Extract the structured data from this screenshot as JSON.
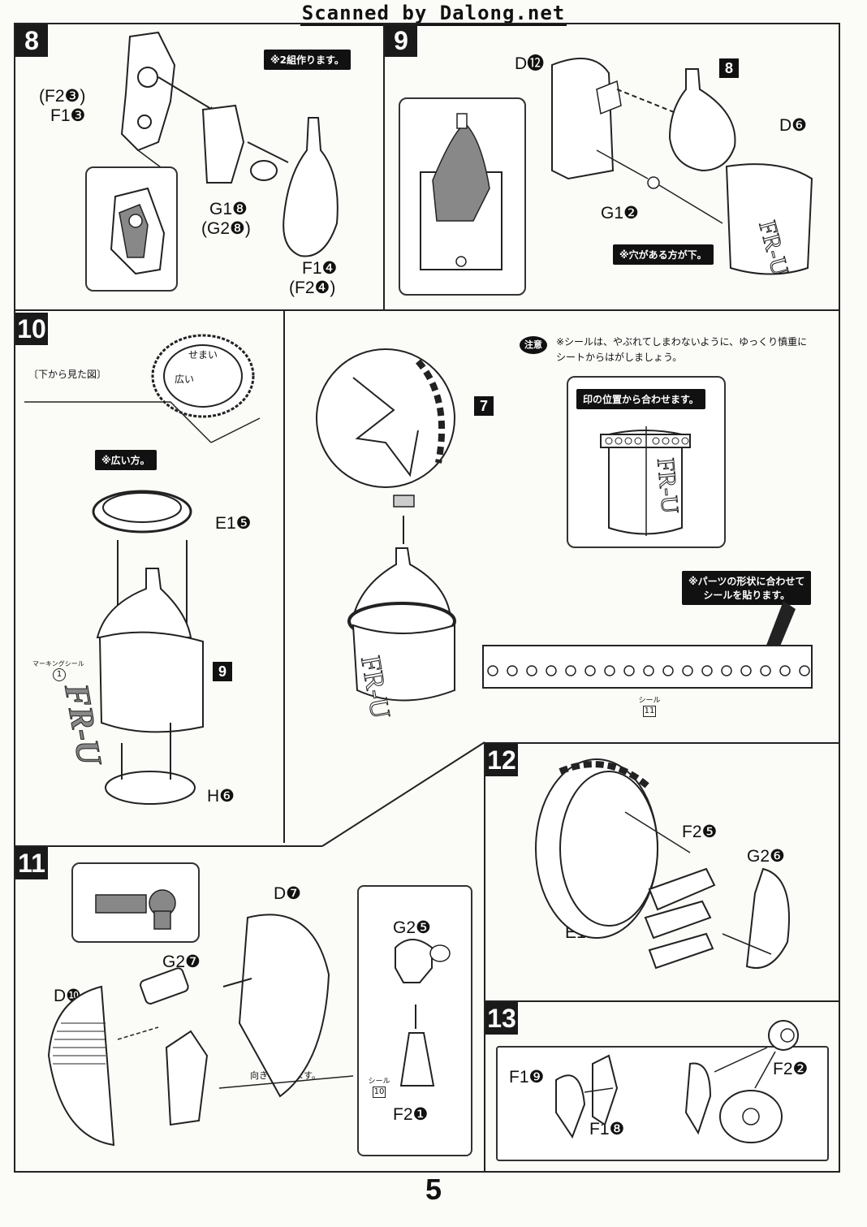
{
  "header": {
    "scan_credit": "Scanned by Dalong.net"
  },
  "steps": {
    "s8": {
      "number": "8",
      "note": "※2組作ります。",
      "part_f": "(F2❸)",
      "part_f2": "F1❸",
      "part_g": "G1❽",
      "part_g2": "(G2❽)",
      "part_bottom": "F1❹",
      "part_bottom2": "(F2❹)"
    },
    "s9": {
      "number": "9",
      "part_d12": "D⓬",
      "part_d6": "D❻",
      "part_g": "G1❷",
      "note": "※穴がある方が下。",
      "ref_step": "8"
    },
    "s10": {
      "number": "10",
      "view_label": "〔下から見た図〕",
      "narrow": "せまい",
      "wide": "広い",
      "note": "※広い方。",
      "part_e": "E1❺",
      "part_h": "H❻",
      "ref_step": "9",
      "marking_label": "マーキングシール",
      "marking_num": "1",
      "ref_step7": "7",
      "caution_badge": "注意",
      "caution_line1": "※シールは、やぶれてしまわないように、ゆっくり慎重に",
      "caution_line2": "シートからはがしましょう。",
      "align_note": "印の位置から合わせます。",
      "sticker_note1": "※パーツの形状に合わせて",
      "sticker_note2": "シールを貼ります。",
      "sticker_label": "シール",
      "sticker_num": "11",
      "fr_text": "FR-U"
    },
    "s11": {
      "number": "11",
      "part_d7": "D❼",
      "part_g27": "G2❼",
      "part_d10": "D❿",
      "part_g25": "G2❺",
      "part_f21": "F2❶",
      "reverse_note": "向きをかえます。",
      "sticker_label": "シール",
      "sticker_num": "10"
    },
    "s12": {
      "number": "12",
      "part_f25": "F2❺",
      "part_g26": "G2❻",
      "part_e1": "E1❿"
    },
    "s13": {
      "number": "13",
      "part_f19": "F1❾",
      "part_f18": "F1❽",
      "part_f22": "F2❷"
    }
  },
  "footer": {
    "page_number": "5"
  }
}
